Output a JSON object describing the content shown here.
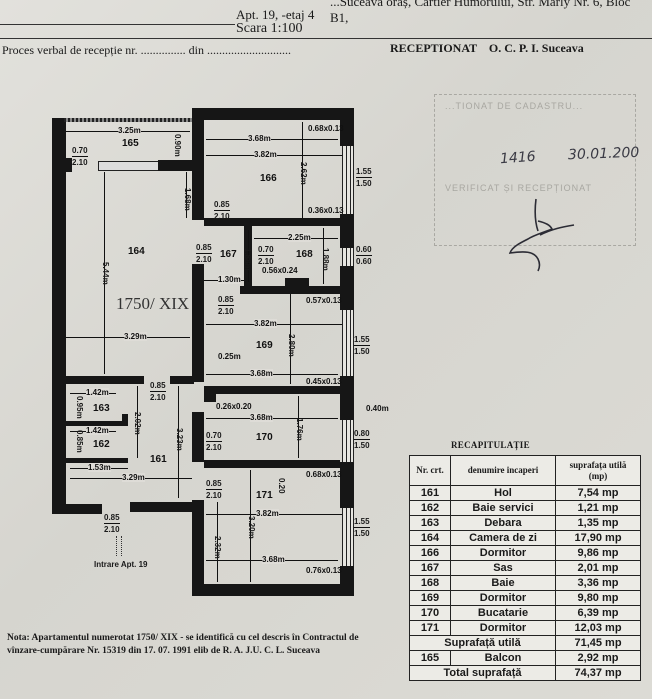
{
  "header": {
    "address_line": "...Suceava oraș, Cartier Humorului, Str. Marly Nr. 6, Bloc B1,",
    "apartment_line": "Apt. 19, -etaj 4",
    "scale": "Scara 1:100",
    "report_line": "Proces verbal de recepție nr. ............... din ............................",
    "receptionat": "RECEPTIONAT    O. C. P. I. Suceava"
  },
  "stamp": {
    "number": "1416",
    "date": "30.01.200",
    "faded_text_1": "...TIONAT DE CADASTRU...",
    "faded_text_2": "VERIFICAT ȘI RECEPȚIONAT"
  },
  "plan": {
    "apartment_id": "1750/ XIX",
    "entrance": "Intrare Apt. 19",
    "rooms": {
      "r161": "161",
      "r162": "162",
      "r163": "163",
      "r164": "164",
      "r165": "165",
      "r166": "166",
      "r167": "167",
      "r168": "168",
      "r169": "169",
      "r170": "170",
      "r171": "171"
    },
    "dims": {
      "d165_w": "3.25m",
      "d165_h": "0.90m",
      "d164_h1": "1.68m",
      "d164_h": "5.44m",
      "d164_w": "3.29m",
      "d166_w1": "3.68m",
      "d166_w2": "3.82m",
      "d166_h": "2.62m",
      "d166_p1": "0.68x0.13",
      "d166_p2": "0.36x0.13",
      "d168_w": "2.25m",
      "d168_h": "1.88m",
      "d167_h": "1.88m",
      "d167_w": "1.30m",
      "d168_p": "0.56x0.24",
      "d169_p1": "0.57x0.13",
      "d169_w1": "3.82m",
      "d169_h": "2.80m",
      "d169_w2": "3.68m",
      "d169_off": "0.25m",
      "d169_p2": "0.45x0.13",
      "d170_p": "0.26x0.20",
      "d170_w": "3.68m",
      "d170_h": "1.76m",
      "d170_side": "0.40m",
      "d171_p1": "0.68x0.13",
      "d171_w1": "3.82m",
      "d171_h1": "3.20m",
      "d171_h2": "2.32m",
      "d171_w2": "3.68m",
      "d171_p2": "0.76x0.13",
      "d171_s": "0.20",
      "d163_w": "1.42m",
      "d163_h": "0.95m",
      "d162_w": "1.42m",
      "d162_h": "0.85m",
      "d161_h": "2.02m",
      "d161_h2": "3.23m",
      "d161_w1": "1.53m",
      "d161_w2": "3.29m"
    },
    "doors": {
      "door165_top": "0.70",
      "door165_bot": "2.10",
      "door166_top": "0.85",
      "door166_bot": "2.10",
      "door167_top": "0.85",
      "door167_bot": "2.10",
      "door168_top": "0.70",
      "door168_bot": "2.10",
      "door169_top": "0.85",
      "door169_bot": "2.10",
      "door161_top": "0.85",
      "door161_bot": "2.10",
      "door170_top": "0.70",
      "door170_bot": "2.10",
      "door171_top": "0.85",
      "door171_bot": "2.10",
      "entry_top": "0.85",
      "entry_bot": "2.10"
    },
    "windows": {
      "w166_top": "1.55",
      "w166_bot": "1.50",
      "w168_top": "0.60",
      "w168_bot": "0.60",
      "w169_top": "1.55",
      "w169_bot": "1.50",
      "w170_top": "0.80",
      "w170_bot": "1.50",
      "w171_top": "1.55",
      "w171_bot": "1.50"
    }
  },
  "recap": {
    "title": "RECAPITULAȚIE",
    "headers": {
      "nr": "Nr. crt.",
      "name": "denumire incaperi",
      "area": "suprafața utilă (mp)"
    },
    "rows": [
      {
        "nr": "161",
        "name": "Hol",
        "area": "7,54 mp"
      },
      {
        "nr": "162",
        "name": "Baie servici",
        "area": "1,21 mp"
      },
      {
        "nr": "163",
        "name": "Debara",
        "area": "1,35 mp"
      },
      {
        "nr": "164",
        "name": "Camera de zi",
        "area": "17,90 mp"
      },
      {
        "nr": "166",
        "name": "Dormitor",
        "area": "9,86 mp"
      },
      {
        "nr": "167",
        "name": "Sas",
        "area": "2,01 mp"
      },
      {
        "nr": "168",
        "name": "Baie",
        "area": "3,36 mp"
      },
      {
        "nr": "169",
        "name": "Dormitor",
        "area": "9,80 mp"
      },
      {
        "nr": "170",
        "name": "Bucatarie",
        "area": "6,39 mp"
      },
      {
        "nr": "171",
        "name": "Dormitor",
        "area": "12,03 mp"
      }
    ],
    "useful_label": "Suprafață utilă",
    "useful_value": "71,45 mp",
    "balcony": {
      "nr": "165",
      "name": "Balcon",
      "area": "2,92 mp"
    },
    "total_label": "Total suprafață",
    "total_value": "74,37 mp"
  },
  "note": {
    "line1": "Nota: Apartamentul numerotat 1750/  XIX - se identifică cu cel descris în Contractul de",
    "line2": "vînzare-cumpărare Nr. 15319 din 17. 07. 1991 elib de R. A. J.U. C. L. Suceava"
  }
}
